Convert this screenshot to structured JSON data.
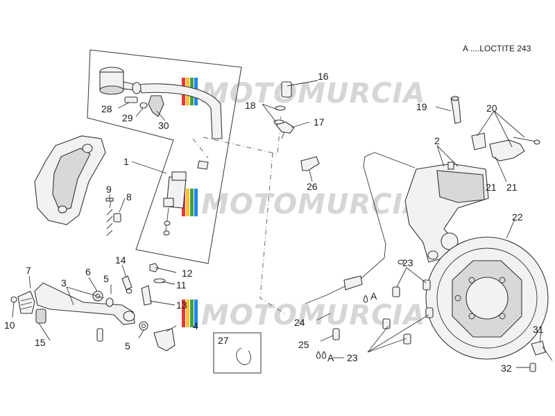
{
  "legend": {
    "key": "A",
    "text": "....LOCTITE 243"
  },
  "watermark": {
    "text": "MOTOMURCIA",
    "colors": [
      "#e53935",
      "#fbc02d",
      "#43a047",
      "#1e88e5"
    ]
  },
  "callouts": {
    "p1": "1",
    "p2": "2",
    "p3": "3",
    "p4": "4",
    "p5a": "5",
    "p5b": "5",
    "p6": "6",
    "p7": "7",
    "p8": "8",
    "p9": "9",
    "p10": "10",
    "p11": "11",
    "p12": "12",
    "p13": "13",
    "p14": "14",
    "p15": "15",
    "p16": "16",
    "p17": "17",
    "p18": "18",
    "p19": "19",
    "p20": "20",
    "p21a": "21",
    "p21b": "21",
    "p22": "22",
    "p23a": "23",
    "p23b": "23",
    "p24": "24",
    "p25": "25",
    "p26": "26",
    "p27": "27",
    "p28": "28",
    "p29": "29",
    "p30": "30",
    "p31": "31",
    "p32": "32"
  },
  "loctite_marks": {
    "m1": "A",
    "m2": "A"
  }
}
